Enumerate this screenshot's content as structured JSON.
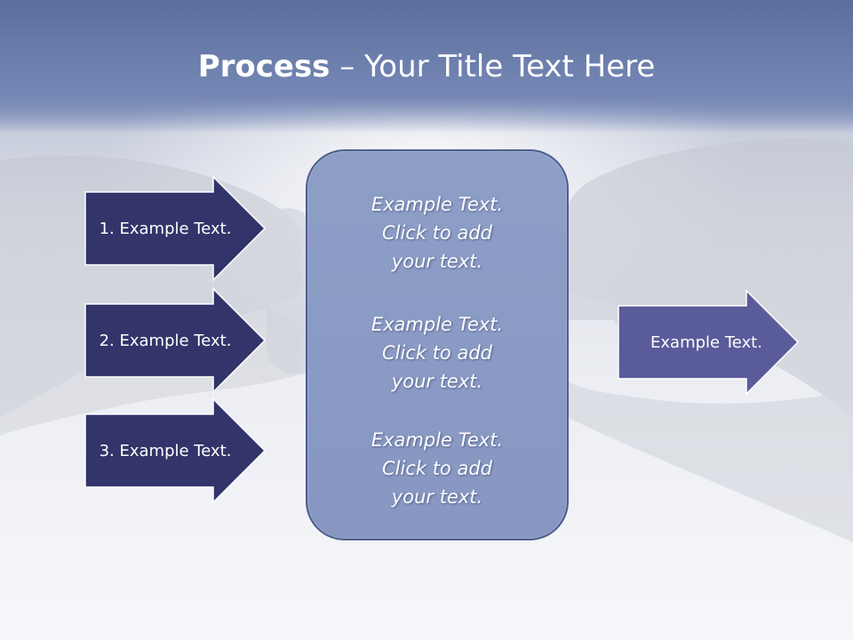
{
  "title": {
    "bold": "Process",
    "rest": " – Your Title Text Here"
  },
  "inputs": [
    {
      "label": "1. Example Text."
    },
    {
      "label": "2. Example Text."
    },
    {
      "label": "3. Example Text."
    }
  ],
  "center_box": {
    "blocks": [
      {
        "line1": "Example Text.",
        "line2": "Click  to add",
        "line3": "your text."
      },
      {
        "line1": "Example Text.",
        "line2": "Click  to add",
        "line3": "your text."
      },
      {
        "line1": "Example Text.",
        "line2": "Click  to add",
        "line3": "your text."
      }
    ]
  },
  "output": {
    "label": "Example Text."
  },
  "colors": {
    "input_arrow_fill": "#32346a",
    "output_arrow_fill": "#5a5b99",
    "arrow_stroke": "#ffffff",
    "center_box_fill": "#8a9ac4",
    "title_band": "#6a7caa"
  }
}
